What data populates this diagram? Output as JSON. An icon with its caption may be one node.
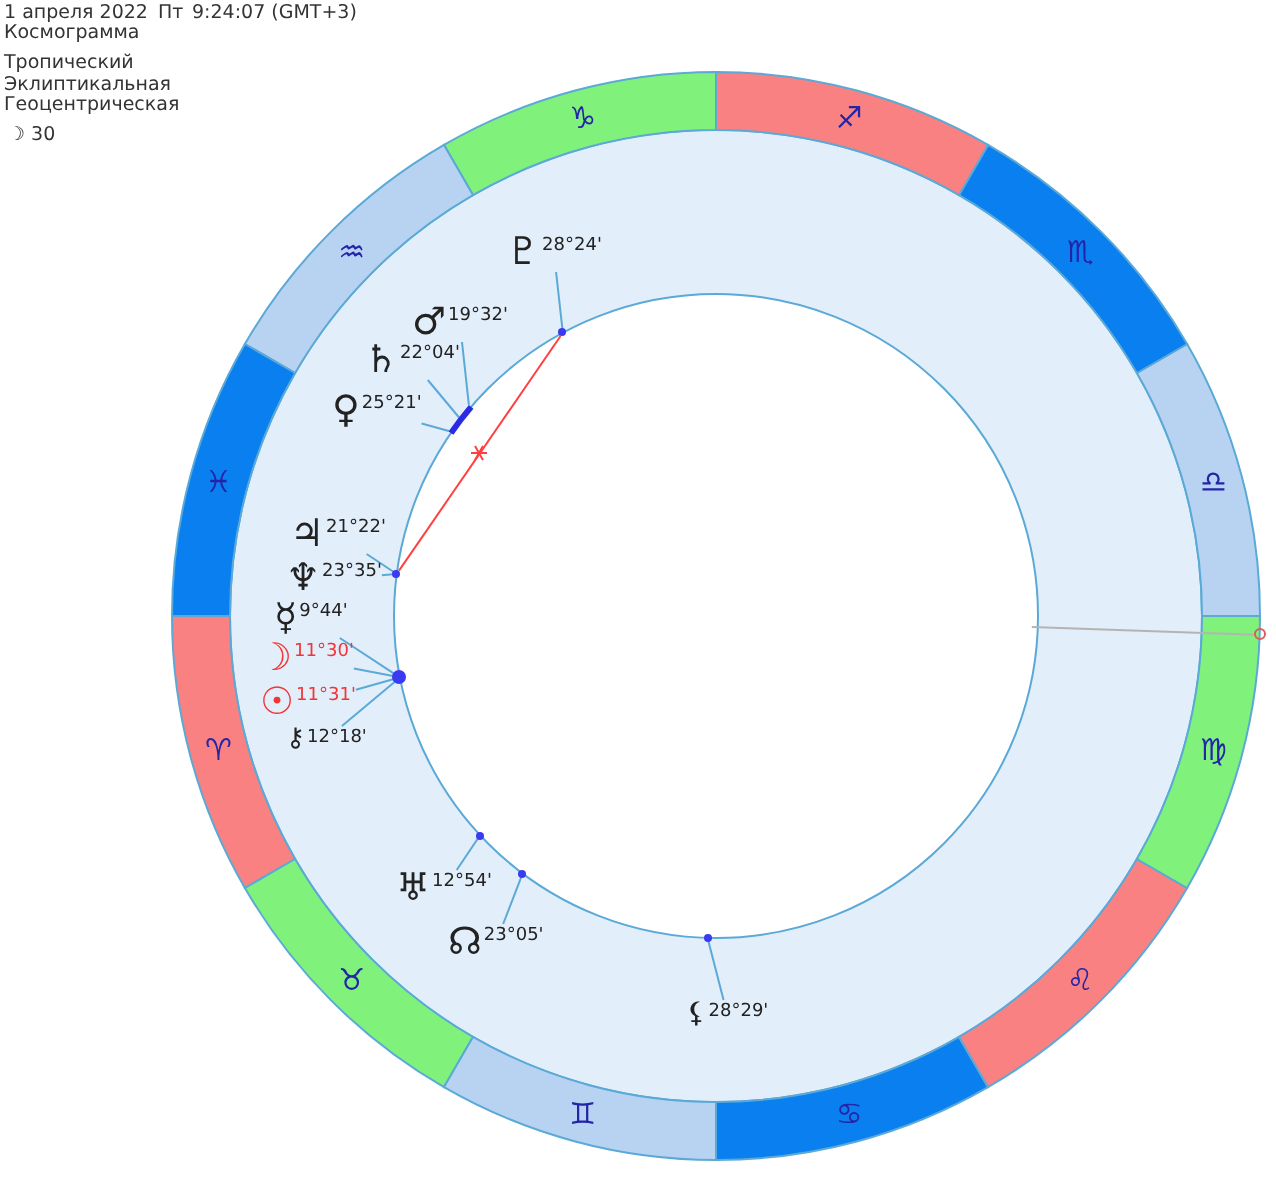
{
  "diagram": {
    "title": "Космограмма",
    "nodes": [
      {
        "text": [
          "♈"
        ]
      },
      {
        "text": [
          "♉"
        ]
      },
      {
        "text": [
          "♊"
        ]
      },
      {
        "text": [
          "♋"
        ]
      },
      {
        "text": [
          "♌"
        ]
      },
      {
        "text": [
          "♍"
        ]
      },
      {
        "text": [
          "♎"
        ]
      },
      {
        "text": [
          "♏"
        ]
      },
      {
        "text": [
          "♐"
        ]
      },
      {
        "text": [
          "♑"
        ]
      },
      {
        "text": [
          "♒"
        ]
      },
      {
        "text": [
          "♓"
        ]
      },
      {
        "text": [
          "♇",
          "28°24'"
        ]
      },
      {
        "text": [
          "♂",
          "19°32'"
        ]
      },
      {
        "text": [
          "♄",
          "22°04'"
        ]
      },
      {
        "text": [
          "♀",
          "25°21'"
        ]
      },
      {
        "text": [
          "♃",
          "21°22'"
        ]
      },
      {
        "text": [
          "♆",
          "23°35'"
        ]
      },
      {
        "text": [
          "☿",
          "9°44'"
        ]
      },
      {
        "text": [
          "☽",
          "11°30'"
        ]
      },
      {
        "text": [
          "☉",
          "11°31'"
        ]
      },
      {
        "text": [
          "⚷",
          "12°18'"
        ]
      },
      {
        "text": [
          "♅",
          "12°54'"
        ]
      },
      {
        "text": [
          "☊",
          "23°05'"
        ]
      },
      {
        "text": [
          "⚸",
          "28°29'"
        ]
      },
      {
        "text": [],
        "shape": "circle"
      },
      {
        "text": [],
        "shape": "bar"
      },
      {
        "text": [],
        "shape": "circle"
      },
      {
        "text": [],
        "shape": "circle"
      },
      {
        "text": [],
        "shape": "circle"
      },
      {
        "text": [],
        "shape": "circle"
      },
      {
        "text": [],
        "shape": "circle"
      },
      {
        "text": [],
        "shape": "circle"
      }
    ],
    "edges": [
      {
        "from": 12,
        "to": 25,
        "arrow": "none"
      },
      {
        "from": 13,
        "to": 26,
        "arrow": "none"
      },
      {
        "from": 14,
        "to": 26,
        "arrow": "none"
      },
      {
        "from": 15,
        "to": 26,
        "arrow": "none"
      },
      {
        "from": 16,
        "to": 27,
        "arrow": "none"
      },
      {
        "from": 17,
        "to": 27,
        "arrow": "none"
      },
      {
        "from": 18,
        "to": 28,
        "arrow": "none"
      },
      {
        "from": 19,
        "to": 28,
        "arrow": "none"
      },
      {
        "from": 20,
        "to": 28,
        "arrow": "none"
      },
      {
        "from": 21,
        "to": 28,
        "arrow": "none"
      },
      {
        "from": 22,
        "to": 29,
        "arrow": "none"
      },
      {
        "from": 23,
        "to": 30,
        "arrow": "none"
      },
      {
        "from": 24,
        "to": 31,
        "arrow": "none"
      },
      {
        "from": 25,
        "to": 27,
        "arrow": "none",
        "color": "#ff4040"
      },
      {
        "from": null,
        "to": 32,
        "arrow": "none",
        "color": "#b4b4b4"
      }
    ],
    "labels": [
      "1 апреля 2022",
      "Пт",
      "9:24:07 (GMT+3)",
      "Тропический",
      "Эклиптикальная",
      "Геоцентрическая",
      "☽ 30"
    ]
  }
}
